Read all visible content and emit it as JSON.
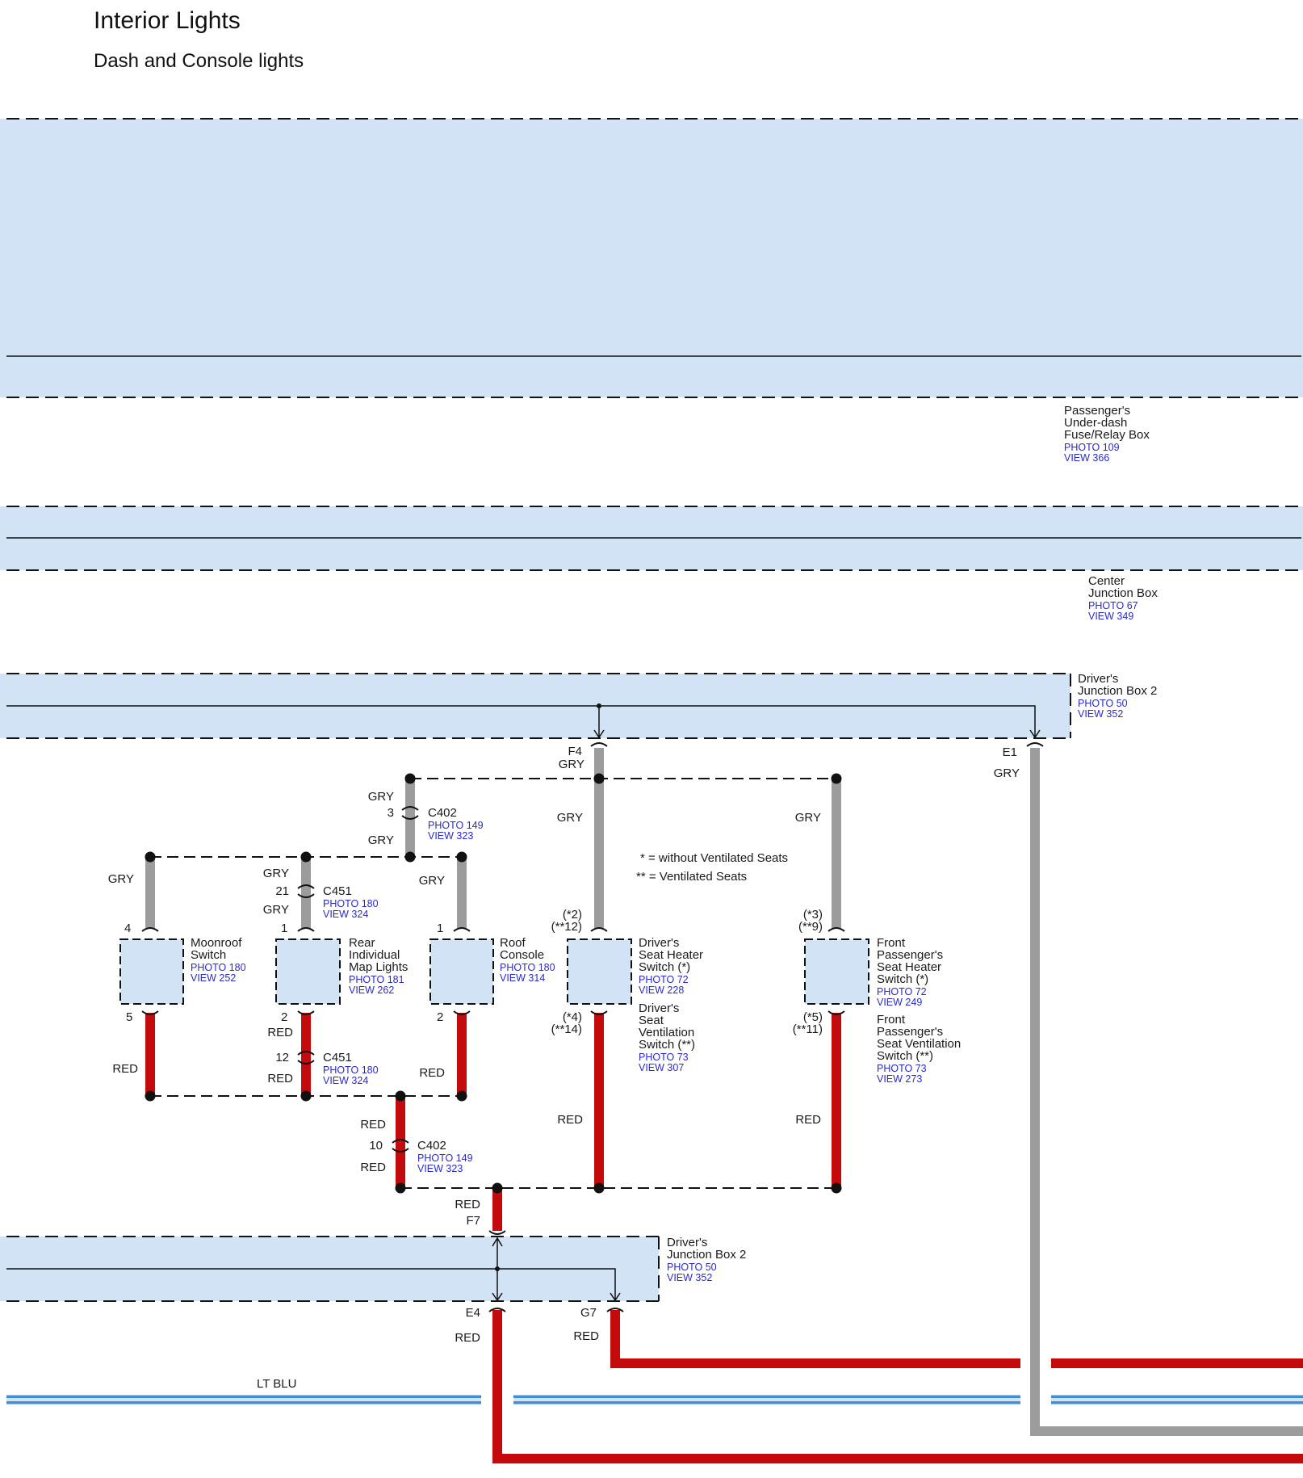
{
  "title": "Interior Lights",
  "subtitle": "Dash and Console lights",
  "colors": {
    "box_fill": "#d2e3f6",
    "wire_gry": "#9c9c9c",
    "wire_red": "#c40a0a",
    "wire_ltblu": "#3f8ed6",
    "link": "#2a2acf"
  },
  "boxes": {
    "pudb": {
      "lines": [
        "Passenger's",
        "Under-dash",
        "Fuse/Relay Box"
      ],
      "photo": "PHOTO 109",
      "view": "VIEW 366"
    },
    "cjb": {
      "lines": [
        "Center",
        "Junction Box"
      ],
      "photo": "PHOTO 67",
      "view": "VIEW 349"
    },
    "djb_top": {
      "lines": [
        "Driver's",
        "Junction Box 2"
      ],
      "photo": "PHOTO 50",
      "view": "VIEW 352"
    },
    "djb_bottom": {
      "lines": [
        "Driver's",
        "Junction Box 2"
      ],
      "photo": "PHOTO 50",
      "view": "VIEW 352"
    }
  },
  "components": {
    "moonroof": {
      "lines": [
        "Moonroof",
        "Switch"
      ],
      "photo": "PHOTO 180",
      "view": "VIEW 252",
      "pin_in": "4",
      "pin_out": "5"
    },
    "rear_map": {
      "lines": [
        "Rear",
        "Individual",
        "Map Lights"
      ],
      "photo": "PHOTO 181",
      "view": "VIEW 262",
      "pin_in": "1",
      "pin_out": "2"
    },
    "roof_console": {
      "lines": [
        "Roof",
        "Console"
      ],
      "photo": "PHOTO 180",
      "view": "VIEW 314",
      "pin_in": "1",
      "pin_out": "2"
    },
    "driver_seat": {
      "lines": [
        "Driver's",
        "Seat Heater",
        "Switch (*)"
      ],
      "photo": "PHOTO 72",
      "view": "VIEW 228",
      "lines2": [
        "Driver's",
        "Seat",
        "Ventilation",
        "Switch (**)"
      ],
      "photo2": "PHOTO 73",
      "view2": "VIEW 307",
      "pin_in_a": "(*2)",
      "pin_in_b": "(**12)",
      "pin_out_a": "(*4)",
      "pin_out_b": "(**14)"
    },
    "front_pass": {
      "lines": [
        "Front",
        "Passenger's",
        "Seat Heater",
        "Switch (*)"
      ],
      "photo": "PHOTO 72",
      "view": "VIEW 249",
      "lines2": [
        "Front",
        "Passenger's",
        "Seat Ventilation",
        "Switch (**)"
      ],
      "photo2": "PHOTO 73",
      "view2": "VIEW 273",
      "pin_in_a": "(*3)",
      "pin_in_b": "(**9)",
      "pin_out_a": "(*5)",
      "pin_out_b": "(**11)"
    }
  },
  "connectors": {
    "c402_top": {
      "name": "C402",
      "photo": "PHOTO 149",
      "view": "VIEW 323",
      "pin": "3"
    },
    "c451_top": {
      "name": "C451",
      "photo": "PHOTO 180",
      "view": "VIEW 324",
      "pin": "21"
    },
    "c451_bottom": {
      "name": "C451",
      "photo": "PHOTO 180",
      "view": "VIEW 324",
      "pin": "12"
    },
    "c402_bottom": {
      "name": "C402",
      "photo": "PHOTO 149",
      "view": "VIEW 323",
      "pin": "10"
    }
  },
  "terminals": {
    "f4": "F4",
    "e1": "E1",
    "f7": "F7",
    "e4": "E4",
    "g7": "G7"
  },
  "wire_colors": {
    "gry": "GRY",
    "red": "RED",
    "lt_blu": "LT BLU"
  },
  "legend": {
    "star": "* =  without Ventilated Seats",
    "double_star": "** =  Ventilated Seats"
  }
}
